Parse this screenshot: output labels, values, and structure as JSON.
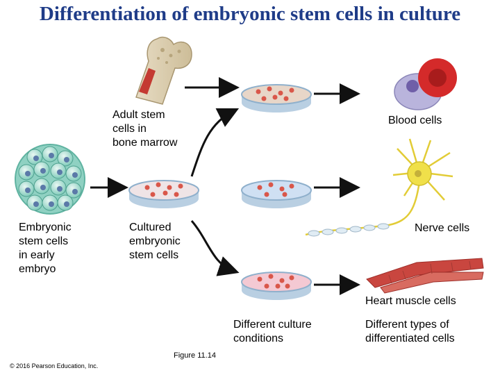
{
  "title": "Differentiation of embryonic stem cells in culture",
  "labels": {
    "adult_stem": [
      "Adult stem",
      "cells in",
      "bone marrow"
    ],
    "embryonic": [
      "Embryonic",
      "stem cells",
      "in early",
      "embryo"
    ],
    "cultured": [
      "Cultured",
      "embryonic",
      "stem cells"
    ],
    "blood_cells": "Blood cells",
    "nerve_cells": "Nerve cells",
    "heart_cells": "Heart muscle cells",
    "culture_conditions": [
      "Different culture",
      "conditions"
    ],
    "differentiated": [
      "Different types of",
      "differentiated cells"
    ],
    "figure": "Figure 11.14",
    "copyright": "© 2016 Pearson Education, Inc."
  },
  "colors": {
    "title": "#1f3c88",
    "dish_top_medium": "#e8d6c8",
    "dish_mid_medium": "#cfe0f3",
    "dish_bottom_medium": "#f4c9d3",
    "blood_red": "#d42a2a",
    "nerve_yellow": "#f0e04a",
    "muscle_red": "#c9463f"
  }
}
